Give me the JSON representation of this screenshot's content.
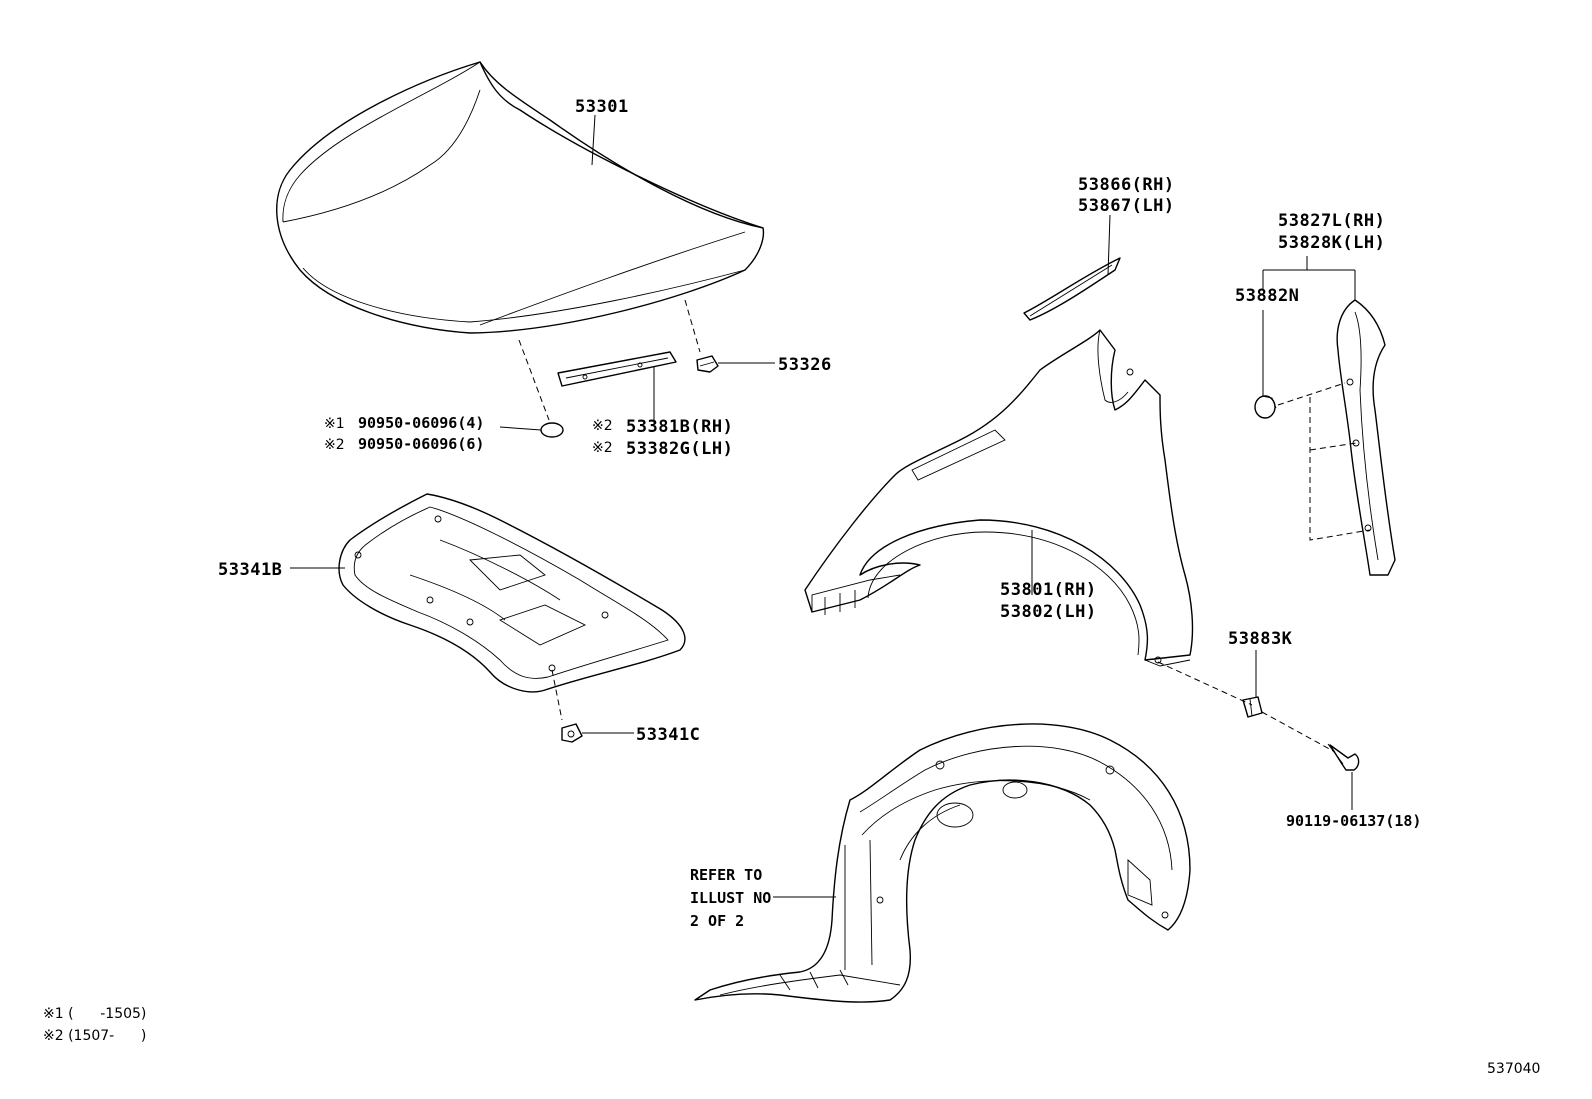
{
  "parts": {
    "hood": "53301",
    "fender_liner_trim_rh": "53866(RH)",
    "fender_liner_trim_lh": "53867(LH)",
    "seal_rh": "53827L(RH)",
    "seal_lh": "53828K(LH)",
    "clip_53882n": "53882N",
    "cushion_53326": "53326",
    "plug_1": "90950-06096(4)",
    "plug_2": "90950-06096(6)",
    "plug_mark_1": "※1",
    "plug_mark_2": "※2",
    "molding_mark_rh": "※2",
    "molding_mark_lh": "※2",
    "molding_rh": "53381B(RH)",
    "molding_lh": "53382G(LH)",
    "insulator": "53341B",
    "fender_rh": "53801(RH)",
    "fender_lh": "53802(LH)",
    "nut_53883k": "53883K",
    "clip_53341c": "53341C",
    "bolt": "90119-06137(18)",
    "refer_line1": "REFER TO",
    "refer_line2": "ILLUST NO",
    "refer_line3": "2 OF 2"
  },
  "footnotes": {
    "note1": "※1 (      -1505)",
    "note2": "※2 (1507-      )"
  },
  "diagram_id": "537040"
}
